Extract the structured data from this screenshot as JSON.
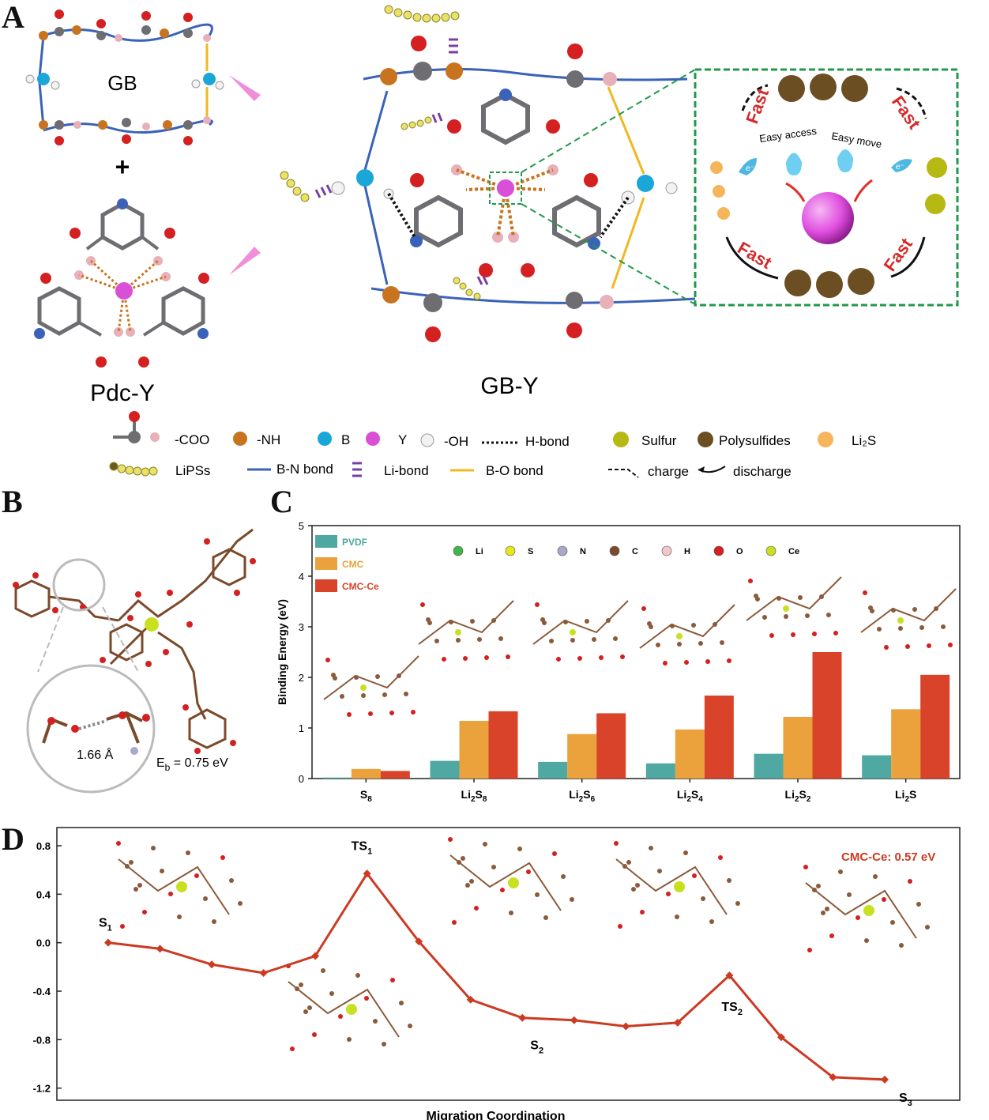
{
  "panels": {
    "A": "A",
    "B": "B",
    "C": "C",
    "D": "D"
  },
  "panelA": {
    "gb_label": "GB",
    "plus": "+",
    "pdcy_label": "Pdc-Y",
    "gby_label": "GB-Y",
    "inset": {
      "fast_labels": [
        "Fast",
        "Fast",
        "Fast",
        "Fast"
      ],
      "easy_access": "Easy access",
      "easy_move": "Easy move",
      "electron": "e⁻"
    },
    "legend_row1": [
      "-COO",
      "-NH",
      "B",
      "Y",
      "-OH",
      "H-bond",
      "Sulfur",
      "Polysulfides",
      "Li₂S"
    ],
    "legend_row2": [
      "LiPSs",
      "B-N bond",
      "Li-bond",
      "B-O bond",
      "charge",
      "discharge"
    ],
    "colors": {
      "coo_carbon": "#6e6e72",
      "nh": "#c8741e",
      "boron": "#1aa7d8",
      "yttrium": "#d94fd6",
      "oh": "#f2f2f2",
      "sulfur": "#b6b814",
      "polysulfide": "#6b4f22",
      "li2s": "#f6b55a",
      "bn_bond": "#3a62b8",
      "li_bond": "#7a3fa0",
      "bo_bond": "#f0b820",
      "inset_border": "#1f9a4a",
      "arrow_pink": "#f08fd8",
      "fast_red": "#d42a2a"
    }
  },
  "panelB": {
    "distance": "1.66 Å",
    "eb_label": "E",
    "eb_sub": "b",
    "eb_value": " = 0.75 eV"
  },
  "panelC": {
    "atom_legend": [
      "Li",
      "S",
      "N",
      "C",
      "H",
      "O",
      "Ce"
    ],
    "atom_colors": [
      "#3fb64a",
      "#e7e71a",
      "#a8a8c8",
      "#7a4a2a",
      "#f0c8c8",
      "#d42020",
      "#c8e020"
    ]
  },
  "chart_data": [
    {
      "type": "bar",
      "ylabel": "Binding Energy (eV)",
      "ylim": [
        0,
        5
      ],
      "yticks": [
        "0",
        "1",
        "2",
        "3",
        "4",
        "5"
      ],
      "categories": [
        "S8",
        "Li2S8",
        "Li2S6",
        "Li2S4",
        "Li2S2",
        "Li2S"
      ],
      "category_labels": [
        {
          "base": "S",
          "sub": "8",
          "tail": "",
          "tailsub": ""
        },
        {
          "base": "Li",
          "sub": "2",
          "tail": "S",
          "tailsub": "8"
        },
        {
          "base": "Li",
          "sub": "2",
          "tail": "S",
          "tailsub": "6"
        },
        {
          "base": "Li",
          "sub": "2",
          "tail": "S",
          "tailsub": "4"
        },
        {
          "base": "Li",
          "sub": "2",
          "tail": "S",
          "tailsub": "2"
        },
        {
          "base": "Li",
          "sub": "2",
          "tail": "S",
          "tailsub": ""
        }
      ],
      "series": [
        {
          "name": "PVDF",
          "color": "#4fa8a2",
          "values": [
            0.02,
            0.35,
            0.33,
            0.3,
            0.49,
            0.46
          ]
        },
        {
          "name": "CMC",
          "color": "#eba23c",
          "values": [
            0.19,
            1.14,
            0.88,
            0.97,
            1.22,
            1.37
          ]
        },
        {
          "name": "CMC-Ce",
          "color": "#d9432a",
          "values": [
            0.15,
            1.33,
            1.29,
            1.64,
            2.5,
            2.05
          ]
        }
      ],
      "legend_position": "top-left"
    },
    {
      "type": "line",
      "xlabel": "Migration Coordination",
      "ylabel": "",
      "ylim": [
        -1.3,
        0.95
      ],
      "yticks": [
        "0.8",
        "0.4",
        "0.0",
        "-0.4",
        "-0.8",
        "-1.2"
      ],
      "annotation": "CMC-Ce: 0.57 eV",
      "series": [
        {
          "name": "",
          "color": "#cc3a22",
          "x": [
            0,
            1,
            2,
            3,
            4,
            5,
            6,
            7,
            8,
            9,
            10,
            11,
            12,
            13,
            14,
            15
          ],
          "values": [
            0.0,
            -0.05,
            -0.18,
            -0.25,
            -0.11,
            0.57,
            0.01,
            -0.47,
            -0.62,
            -0.64,
            -0.69,
            -0.66,
            -0.27,
            -0.78,
            -1.11,
            -1.13
          ]
        }
      ],
      "point_labels": [
        {
          "base": "S",
          "sub": "1"
        },
        {
          "base": "TS",
          "sub": "1"
        },
        {
          "base": "S",
          "sub": "2"
        },
        {
          "base": "TS",
          "sub": "2"
        },
        {
          "base": "S",
          "sub": "3"
        }
      ]
    }
  ]
}
